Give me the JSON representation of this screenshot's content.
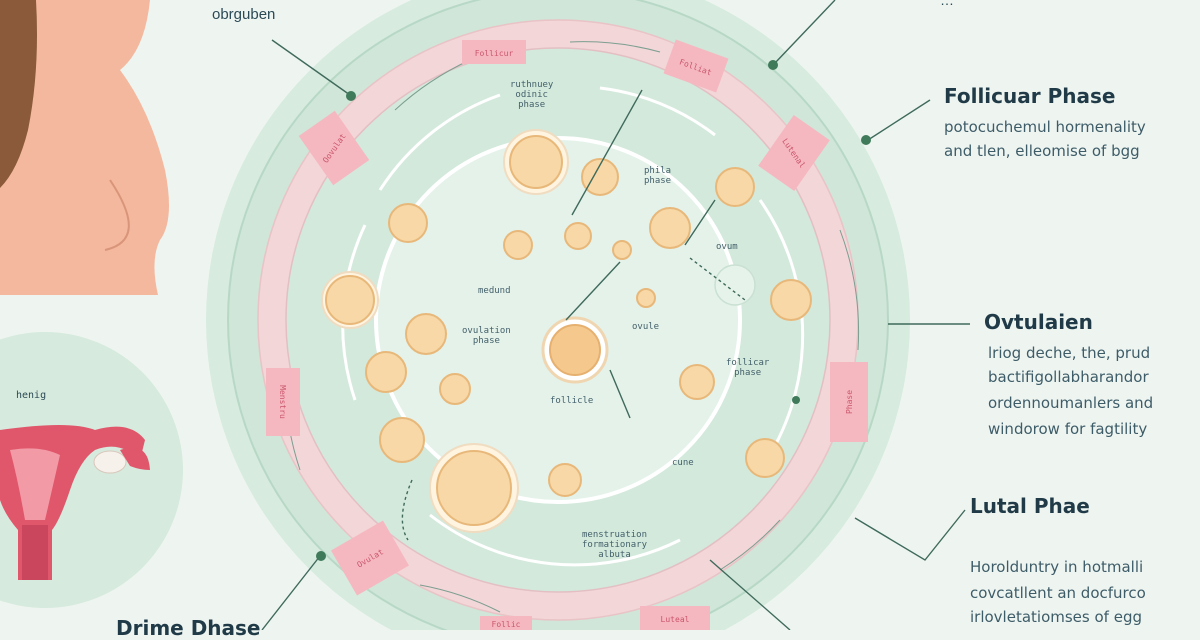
{
  "colors": {
    "background": "#eef5f1",
    "outer_ring": "#cfe6d8",
    "pink_band": "#f2d6d8",
    "pink_tag": "#f6b8c0",
    "inner_disc": "#d9ece2",
    "center_disc": "#e4f2ea",
    "follicle_fill": "#f7d8a6",
    "follicle_edge": "#e8b87a",
    "skin": "#f4b89e",
    "hair": "#8a5a3a",
    "uterus": "#e0566a",
    "line": "#3f6a5c",
    "text_dark": "#203b47"
  },
  "top_label": "obrguben",
  "top_right_label": "…",
  "uterus_label": "henig",
  "bottom_left_heading": "Drime Dhase",
  "ring_tags": [
    "Follicur",
    "Folliat",
    "Oovulat",
    "Lutenal",
    "Menstru",
    "Phase",
    "Ovulat",
    "Luteal",
    "Follic"
  ],
  "labels": {
    "phase_top": "ruthnuey\nodinic\nphase",
    "phase_mid_right": "phila\nphase",
    "ovum": "ovum",
    "inner_left": "medund",
    "center_left": "ovulation\nphase",
    "inner_right": "ovule",
    "right_mid": "follicar\nphase",
    "center_bottom": "follicle",
    "bottom_right": "cune",
    "bottom_center": "menstruation\nformationary\nalbuta"
  },
  "sections": [
    {
      "heading": "Follicuar Phase",
      "lines": [
        "potocuchemul hormenality",
        "and tlen, elleomise of bgg"
      ]
    },
    {
      "heading": "Ovtulaien",
      "lines": [
        "lriog deche, the, prud",
        "bactifigollabharandor",
        "ordennoumanlers and",
        "windorow for fagtility"
      ]
    },
    {
      "heading": "Lutal Phae",
      "lines": [
        "Horolduntry in hotmalli",
        "covcatllent an docfurco",
        "irlovletatiomses of egg"
      ]
    }
  ]
}
